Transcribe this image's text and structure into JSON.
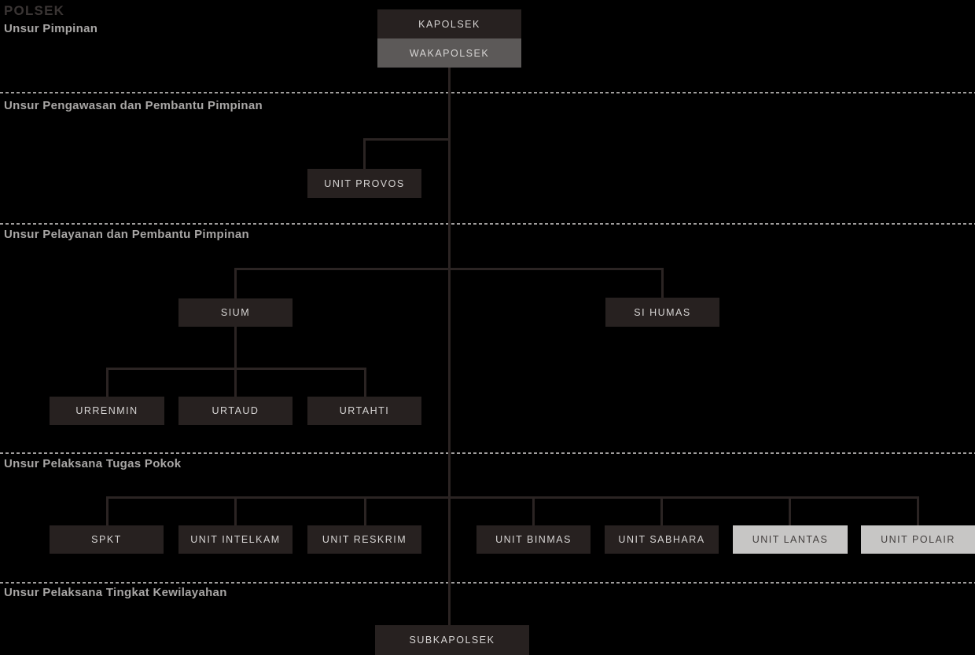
{
  "title": "POLSEK",
  "sections": [
    {
      "id": "pimpinan",
      "label": "Unsur Pimpinan"
    },
    {
      "id": "pengawasan",
      "label": "Unsur Pengawasan dan Pembantu Pimpinan"
    },
    {
      "id": "pelayanan",
      "label": "Unsur Pelayanan dan Pembantu Pimpinan"
    },
    {
      "id": "pelaksana-pokok",
      "label": "Unsur Pelaksana Tugas Pokok"
    },
    {
      "id": "kewilayahan",
      "label": "Unsur Pelaksana Tingkat Kewilayahan"
    }
  ],
  "nodes": [
    {
      "id": "kapolsek",
      "label": "KAPOLSEK",
      "variant": "dark",
      "section": "pimpinan",
      "parent": null
    },
    {
      "id": "wakapolsek",
      "label": "WAKAPOLSEK",
      "variant": "gray",
      "section": "pimpinan",
      "parent": "kapolsek"
    },
    {
      "id": "unit-provos",
      "label": "UNIT PROVOS",
      "variant": "dark",
      "section": "pengawasan",
      "parent": "wakapolsek"
    },
    {
      "id": "sium",
      "label": "SIUM",
      "variant": "dark",
      "section": "pelayanan",
      "parent": "wakapolsek"
    },
    {
      "id": "si-humas",
      "label": "SI HUMAS",
      "variant": "dark",
      "section": "pelayanan",
      "parent": "wakapolsek"
    },
    {
      "id": "urrenmin",
      "label": "URRENMIN",
      "variant": "dark",
      "section": "pelayanan",
      "parent": "sium"
    },
    {
      "id": "urtaud",
      "label": "URTAUD",
      "variant": "dark",
      "section": "pelayanan",
      "parent": "sium"
    },
    {
      "id": "urtahti",
      "label": "URTAHTI",
      "variant": "dark",
      "section": "pelayanan",
      "parent": "sium"
    },
    {
      "id": "spkt",
      "label": "SPKT",
      "variant": "dark",
      "section": "pelaksana-pokok",
      "parent": "wakapolsek"
    },
    {
      "id": "unit-intelkam",
      "label": "UNIT INTELKAM",
      "variant": "dark",
      "section": "pelaksana-pokok",
      "parent": "wakapolsek"
    },
    {
      "id": "unit-reskrim",
      "label": "UNIT RESKRIM",
      "variant": "dark",
      "section": "pelaksana-pokok",
      "parent": "wakapolsek"
    },
    {
      "id": "unit-binmas",
      "label": "UNIT BINMAS",
      "variant": "dark",
      "section": "pelaksana-pokok",
      "parent": "wakapolsek"
    },
    {
      "id": "unit-sabhara",
      "label": "UNIT SABHARA",
      "variant": "dark",
      "section": "pelaksana-pokok",
      "parent": "wakapolsek"
    },
    {
      "id": "unit-lantas",
      "label": "UNIT LANTAS",
      "variant": "light",
      "section": "pelaksana-pokok",
      "parent": "wakapolsek"
    },
    {
      "id": "unit-polair",
      "label": "UNIT POLAIR",
      "variant": "light",
      "section": "pelaksana-pokok",
      "parent": "wakapolsek"
    },
    {
      "id": "subkapolsek",
      "label": "SUBKAPOLSEK",
      "variant": "dark",
      "section": "kewilayahan",
      "parent": "wakapolsek"
    }
  ],
  "colors": {
    "background": "#000000",
    "node_dark": "#272120",
    "node_gray": "#5c5958",
    "node_light": "#c7c6c5",
    "node_text_light": "#d7d5d4",
    "node_text_dark": "#454140",
    "connector": "#2b2423",
    "divider": "#a09e9d",
    "heading_text": "#a8a6a5",
    "title_text": "#3a3534"
  }
}
